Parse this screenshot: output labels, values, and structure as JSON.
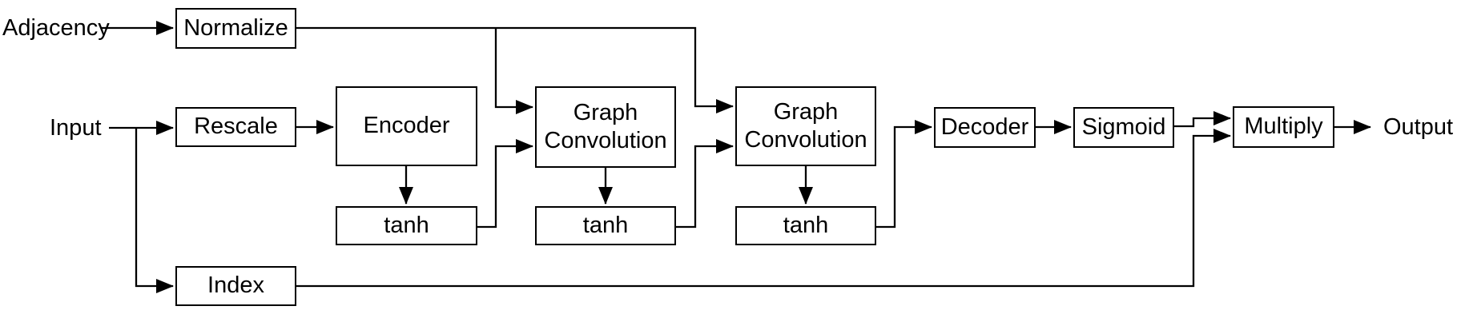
{
  "diagram": {
    "external_labels": {
      "adjacency": "Adjacency",
      "input": "Input",
      "output": "Output"
    },
    "nodes": {
      "normalize": "Normalize",
      "rescale": "Rescale",
      "encoder": "Encoder",
      "tanh1": "tanh",
      "graph_convolution1": "Graph Convolution",
      "tanh2": "tanh",
      "graph_convolution2": "Graph Convolution",
      "tanh3": "tanh",
      "decoder": "Decoder",
      "sigmoid": "Sigmoid",
      "multiply": "Multiply",
      "index": "Index"
    },
    "edges": [
      {
        "from": "Adjacency",
        "to": "Normalize"
      },
      {
        "from": "Normalize",
        "to": "Graph Convolution 1 (upper input)"
      },
      {
        "from": "Normalize",
        "to": "Graph Convolution 2 (upper input)"
      },
      {
        "from": "Input",
        "to": "Rescale"
      },
      {
        "from": "Input",
        "to": "Index"
      },
      {
        "from": "Rescale",
        "to": "Encoder"
      },
      {
        "from": "Encoder",
        "to": "tanh 1"
      },
      {
        "from": "tanh 1",
        "to": "Graph Convolution 1 (lower input)"
      },
      {
        "from": "Graph Convolution 1",
        "to": "tanh 2"
      },
      {
        "from": "tanh 2",
        "to": "Graph Convolution 2 (lower input)"
      },
      {
        "from": "Graph Convolution 2",
        "to": "tanh 3"
      },
      {
        "from": "tanh 3",
        "to": "Decoder"
      },
      {
        "from": "Decoder",
        "to": "Sigmoid"
      },
      {
        "from": "Sigmoid",
        "to": "Multiply (upper input)"
      },
      {
        "from": "Index",
        "to": "Multiply (lower input)"
      },
      {
        "from": "Multiply",
        "to": "Output"
      }
    ],
    "colors": {
      "stroke": "#000000",
      "node_fill": "#ffffff",
      "background": "#ffffff",
      "text": "#000000"
    }
  }
}
